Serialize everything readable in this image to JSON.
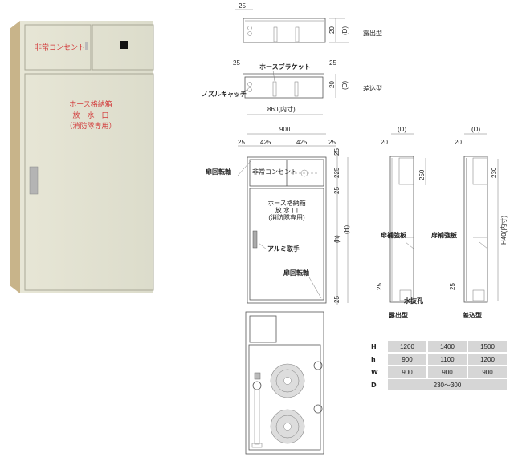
{
  "photo": {
    "outlet_label": "非常コンセント",
    "door_text": [
      "ホース格納箱",
      "放　水　口",
      "（消防隊専用）"
    ]
  },
  "top_views": {
    "exposed": {
      "dim_side": "25",
      "dim_depth": "20",
      "dim_D": "(D)",
      "label": "露出型"
    },
    "inset": {
      "dim_left": "25",
      "dim_right": "25",
      "bracket_label": "ホースブラケット",
      "nozzle_label": "ノズルキャッチ",
      "dim_depth": "20",
      "dim_D": "(D)",
      "inner_width": "860(内寸)",
      "label": "差込型"
    }
  },
  "front_view": {
    "width_total": "900",
    "widths": [
      "25",
      "425",
      "425",
      "25"
    ],
    "heights": [
      "25",
      "225",
      "25",
      "(h)",
      "25"
    ],
    "height_total": "(H)",
    "hinge_label_top": "扉回転軸",
    "hinge_label_bottom": "扉回転軸",
    "handle_label": "アルミ取手",
    "outlet_label": "非常コンセント",
    "door_text": [
      "ホース格納箱",
      "放 水 口",
      "(消防隊専用)"
    ]
  },
  "side_views": {
    "exposed": {
      "dim_D": "(D)",
      "dim_20": "20",
      "dim_top": "250",
      "reinforce_label": "扉補強板",
      "dim_bottom": "25",
      "drain_label": "水抜孔",
      "label": "露出型"
    },
    "inset": {
      "dim_D": "(D)",
      "dim_20": "20",
      "dim_top": "230",
      "dim_inner": "H40(内寸)",
      "reinforce_label": "扉補強板",
      "dim_bottom": "25",
      "label": "差込型"
    }
  },
  "spec_table": {
    "rows": [
      {
        "key": "H",
        "values": [
          "1200",
          "1400",
          "1500"
        ]
      },
      {
        "key": "h",
        "values": [
          "900",
          "1100",
          "1200"
        ]
      },
      {
        "key": "W",
        "values": [
          "900",
          "900",
          "900"
        ]
      }
    ],
    "d_row": {
      "key": "D",
      "value": "230〜300"
    }
  }
}
